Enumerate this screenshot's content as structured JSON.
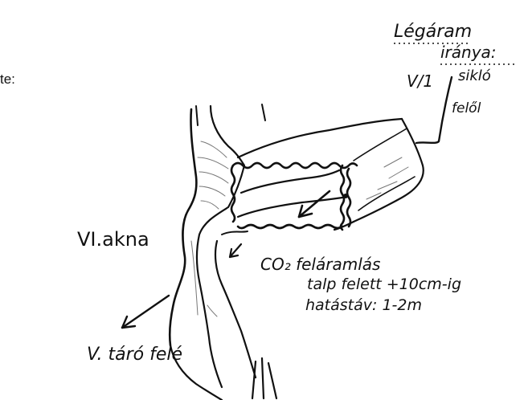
{
  "top_left_fragment": "te:",
  "airflow_label": {
    "line1": "Légáram",
    "line2": "iránya:"
  },
  "source_label": {
    "code": "V/1",
    "line1": "sikló",
    "line2": "felől"
  },
  "shaft_label": "VI.akna",
  "co2_note": {
    "line1": "CO₂ feláramlás",
    "line2": "talp felett +10cm-ig",
    "line3": "hatástáv: 1-2m"
  },
  "direction_label": "V. táró felé",
  "colors": {
    "ink": "#111111",
    "shading": "#777777",
    "paper": "#ffffff"
  }
}
